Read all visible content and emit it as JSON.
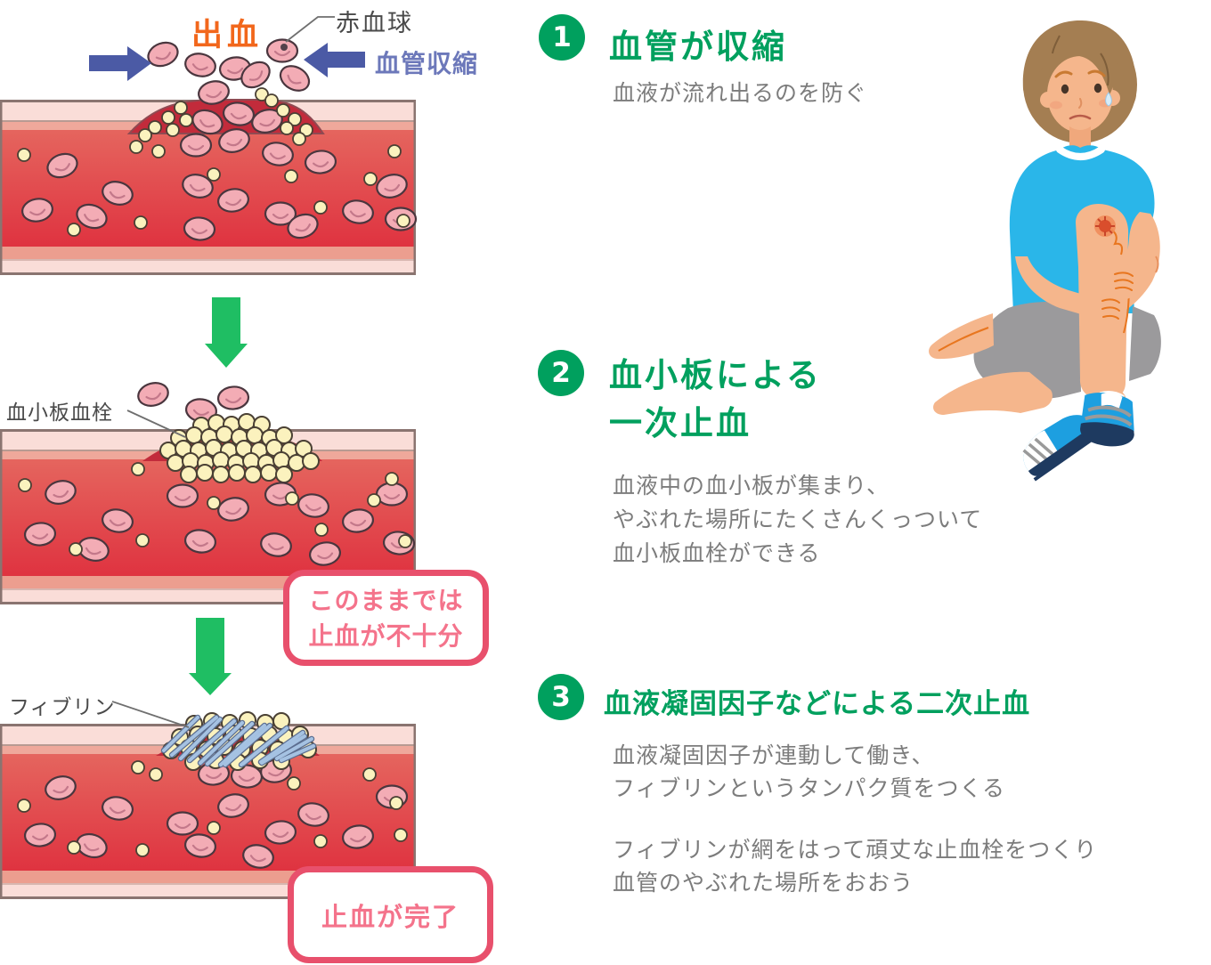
{
  "figure": {
    "stage1_annotations": {
      "bleeding": "出血",
      "red_blood_cell": "赤血球",
      "vasoconstriction": "血管収縮"
    },
    "stage2_annotations": {
      "platelet_plug": "血小板血栓",
      "callout_line1": "このままでは",
      "callout_line2": "止血が不十分"
    },
    "stage3_annotations": {
      "fibrin": "フィブリン",
      "callout": "止血が完了"
    }
  },
  "steps": [
    {
      "number": "1",
      "title_lines": [
        "血管が収縮"
      ],
      "paragraphs": [
        [
          "血液が流れ出るのを防ぐ"
        ]
      ]
    },
    {
      "number": "2",
      "title_lines": [
        "血小板による",
        "一次止血"
      ],
      "paragraphs": [
        [
          "血液中の血小板が集まり、",
          "やぶれた場所にたくさんくっついて",
          "血小板血栓ができる"
        ]
      ]
    },
    {
      "number": "3",
      "title_lines": [
        "血液凝固因子などによる二次止血"
      ],
      "paragraphs": [
        [
          "血液凝固因子が連動して働き、",
          "フィブリンというタンパク質をつくる"
        ],
        [
          "フィブリンが網をはって頑丈な止血栓をつくり",
          "血管のやぶれた場所をおおう"
        ]
      ]
    }
  ],
  "colors": {
    "step_green": "#00A05E",
    "arrow_green": "#1FBE63",
    "bleeding_orange": "#F2671C",
    "vasoconstriction_blue": "#6C78BA",
    "callout_pink_border": "#E8506C",
    "callout_pink_text": "#F4738B",
    "body_text_gray": "#7C7C7C"
  }
}
